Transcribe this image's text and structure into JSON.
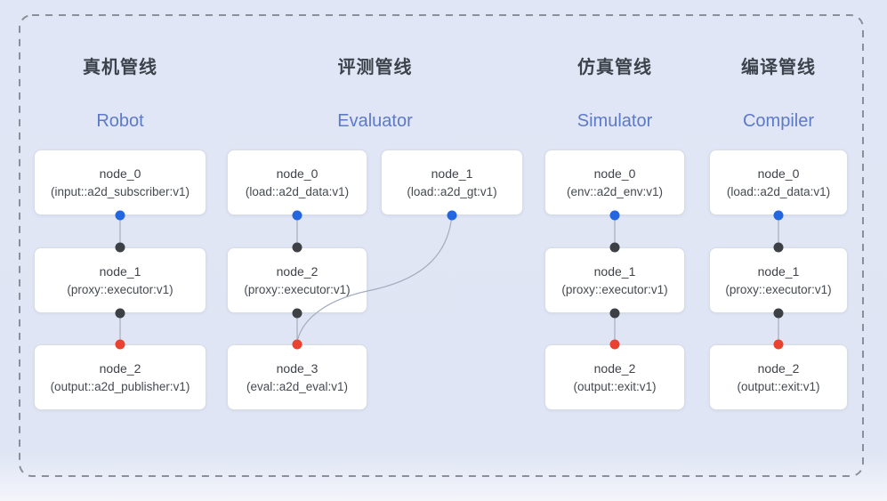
{
  "pipelines": [
    {
      "cn": "真机管线",
      "en": "Robot",
      "nodes": [
        {
          "name": "node_0",
          "impl": "(input::a2d_subscriber:v1)"
        },
        {
          "name": "node_1",
          "impl": "(proxy::executor:v1)"
        },
        {
          "name": "node_2",
          "impl": "(output::a2d_publisher:v1)"
        }
      ]
    },
    {
      "cn": "评测管线",
      "en": "Evaluator",
      "nodes": [
        {
          "name": "node_0",
          "impl": "(load::a2d_data:v1)"
        },
        {
          "name": "node_1",
          "impl": "(load::a2d_gt:v1)"
        },
        {
          "name": "node_2",
          "impl": "(proxy::executor:v1)"
        },
        {
          "name": "node_3",
          "impl": "(eval::a2d_eval:v1)"
        }
      ]
    },
    {
      "cn": "仿真管线",
      "en": "Simulator",
      "nodes": [
        {
          "name": "node_0",
          "impl": "(env::a2d_env:v1)"
        },
        {
          "name": "node_1",
          "impl": "(proxy::executor:v1)"
        },
        {
          "name": "node_2",
          "impl": "(output::exit:v1)"
        }
      ]
    },
    {
      "cn": "编译管线",
      "en": "Compiler",
      "nodes": [
        {
          "name": "node_0",
          "impl": "(load::a2d_data:v1)"
        },
        {
          "name": "node_1",
          "impl": "(proxy::executor:v1)"
        },
        {
          "name": "node_2",
          "impl": "(output::exit:v1)"
        }
      ]
    }
  ],
  "colors": {
    "output_port": "#2366df",
    "mid_port": "#3d4044",
    "input_port": "#ea4130",
    "edge": "#a3adbd",
    "dashed_border": "#8a9099",
    "title_cn": "#3d434b",
    "title_en": "#5d7ac6"
  }
}
